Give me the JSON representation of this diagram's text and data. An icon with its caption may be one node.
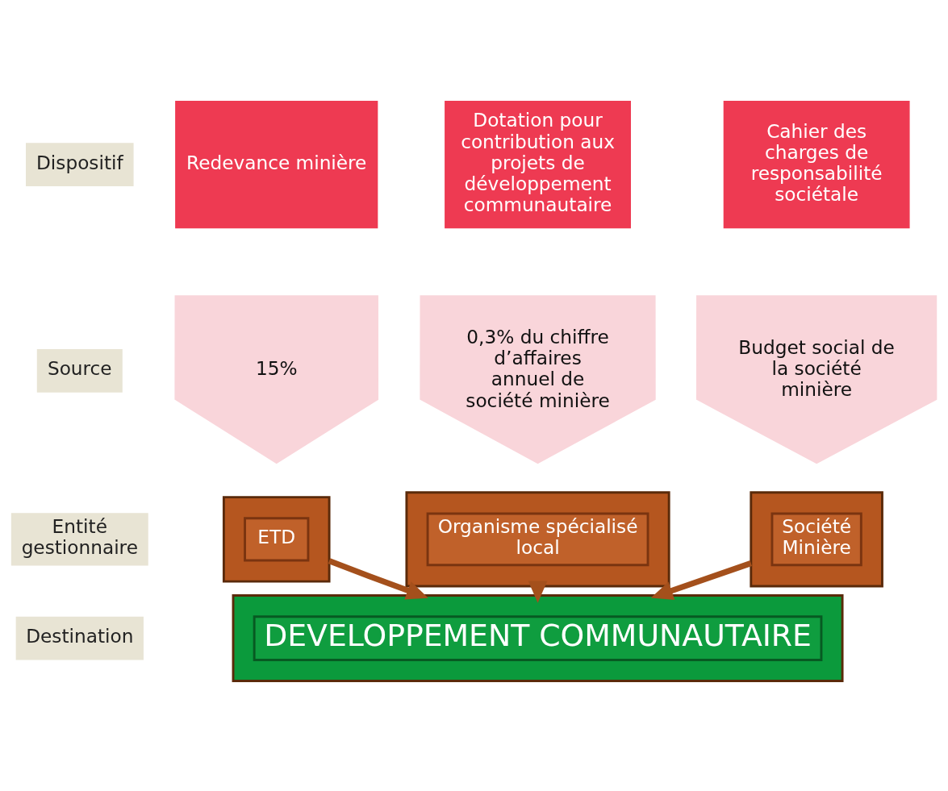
{
  "diagram": {
    "nodes": [
      {
        "text": [
          "Dispositif"
        ]
      },
      {
        "text": [
          "Source"
        ]
      },
      {
        "text": [
          "Entité gestionnaire"
        ]
      },
      {
        "text": [
          "Destination"
        ]
      },
      {
        "text": [
          "Redevance minière"
        ]
      },
      {
        "text": [
          "Dotation pour contribution aux projets de développement communautaire"
        ]
      },
      {
        "text": [
          "Cahier des charges de responsabilité sociétale"
        ]
      },
      {
        "text": [
          "15%"
        ]
      },
      {
        "text": [
          "0,3% du chiffre d’affaires annuel de société minière"
        ]
      },
      {
        "text": [
          "Budget social de la société minière"
        ]
      },
      {
        "text": [],
        "shape": "box"
      },
      {
        "text": [
          "ETD"
        ],
        "in": 10
      },
      {
        "text": [],
        "shape": "box"
      },
      {
        "text": [
          "Organisme spécialisé local"
        ],
        "in": 12
      },
      {
        "text": [],
        "shape": "box"
      },
      {
        "text": [
          "Société Minière"
        ],
        "in": 14
      },
      {
        "text": [],
        "shape": "box"
      },
      {
        "text": [
          "DEVELOPPEMENT COMMUNAUTAIRE"
        ],
        "in": 16
      }
    ],
    "edges": [
      {
        "from": 10,
        "to": 16,
        "arrow": "to"
      },
      {
        "from": 12,
        "to": 16,
        "arrow": "to"
      },
      {
        "from": 14,
        "to": 16,
        "arrow": "to"
      }
    ]
  }
}
